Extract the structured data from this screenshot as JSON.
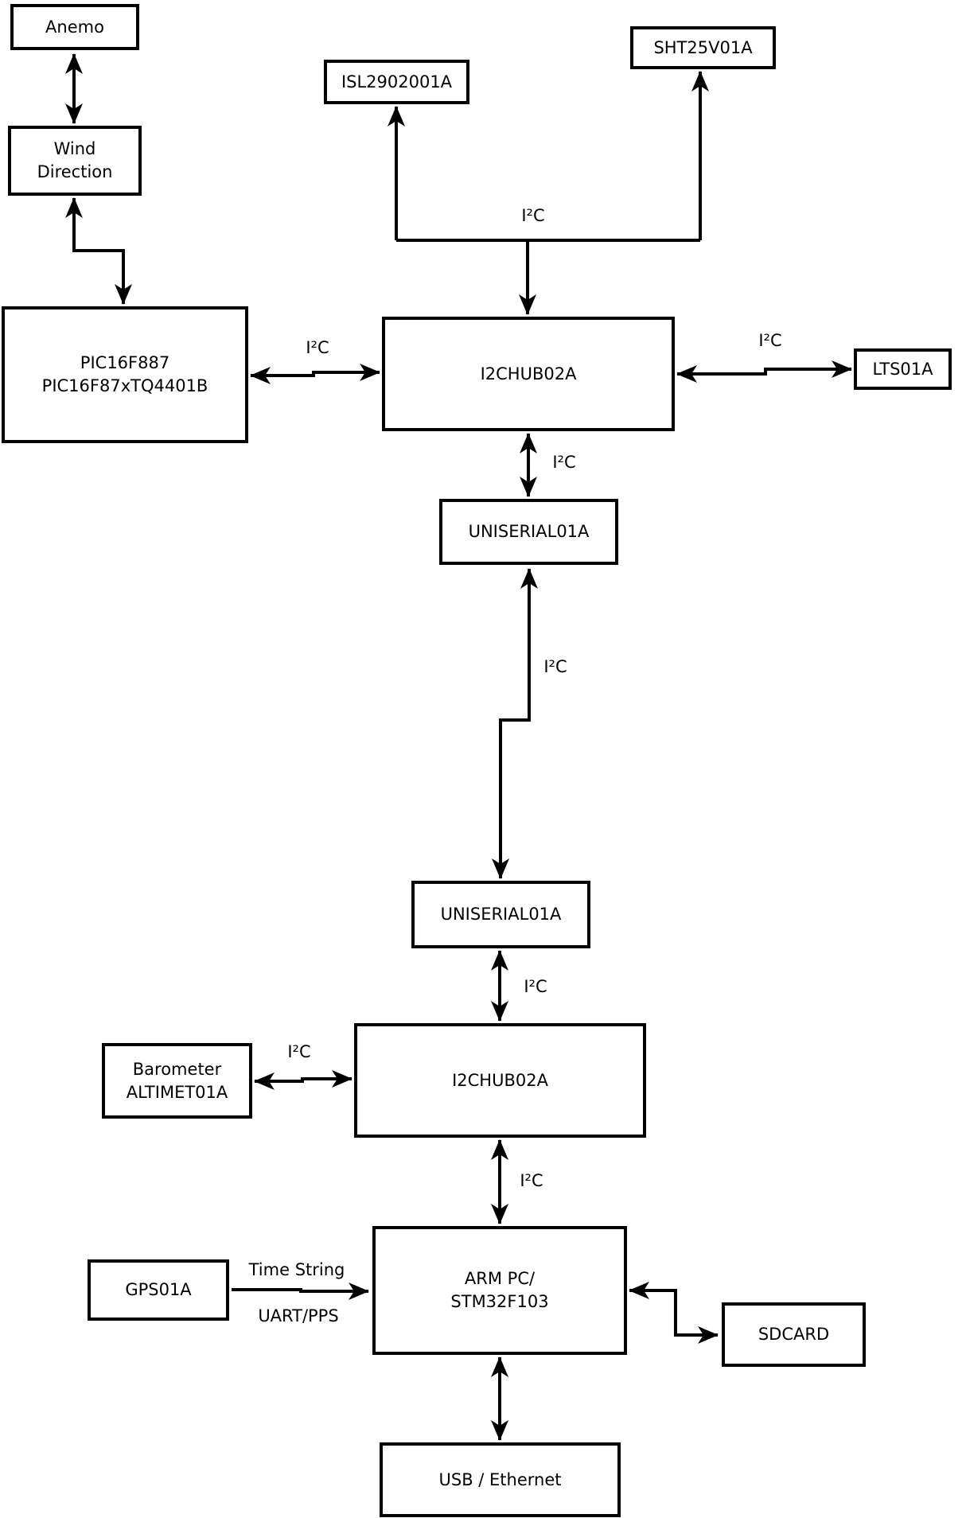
{
  "colors": {
    "background": "#ffffff",
    "stroke": "#000000",
    "box_fill": "#ffffff"
  },
  "nodes": {
    "anemo": {
      "label": "Anemo"
    },
    "wind": {
      "label": "Wind\nDirection"
    },
    "pic": {
      "label": "PIC16F887\nPIC16F87xTQ4401B"
    },
    "isl": {
      "label": "ISL2902001A"
    },
    "sht": {
      "label": "SHT25V01A"
    },
    "hub1": {
      "label": "I2CHUB02A"
    },
    "lts": {
      "label": "LTS01A"
    },
    "uni1": {
      "label": "UNISERIAL01A"
    },
    "uni2": {
      "label": "UNISERIAL01A"
    },
    "hub2": {
      "label": "I2CHUB02A"
    },
    "baro": {
      "label": "Barometer\nALTIMET01A"
    },
    "gps": {
      "label": "GPS01A"
    },
    "arm": {
      "label": "ARM PC/\nSTM32F103"
    },
    "sdcard": {
      "label": "SDCARD"
    },
    "usb": {
      "label": "USB / Ethernet"
    }
  },
  "edge_labels": {
    "pic_hub1": "I²C",
    "top_tree": "I²C",
    "hub1_lts": "I²C",
    "hub1_uni1": "I²C",
    "uni1_uni2": "I²C",
    "uni2_hub2": "I²C",
    "baro_hub2": "I²C",
    "hub2_arm": "I²C",
    "gps_arm_top": "Time String",
    "gps_arm_bottom": "UART/PPS"
  }
}
